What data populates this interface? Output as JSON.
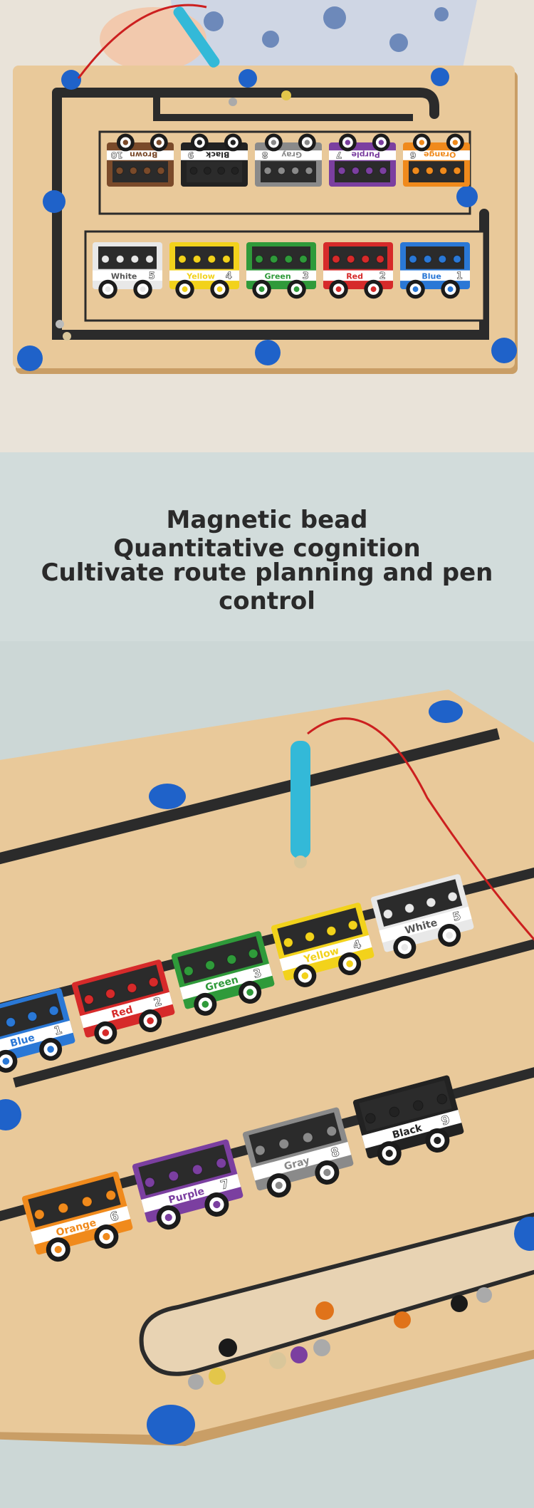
{
  "captions": {
    "line1_left": "Magnetic bead",
    "line1_right": "Quantitative cognition",
    "line2": "Cultivate route planning and pen control"
  },
  "top_photo": {
    "row1": [
      {
        "label": "Brown",
        "number": "10",
        "color": "#7a4a2a"
      },
      {
        "label": "Black",
        "number": "9",
        "color": "#222222"
      },
      {
        "label": "Gray",
        "number": "8",
        "color": "#8a8a8a"
      },
      {
        "label": "Purple",
        "number": "7",
        "color": "#7b3fa0"
      },
      {
        "label": "Orange",
        "number": "6",
        "color": "#f08a1c"
      }
    ],
    "row2": [
      {
        "label": "White",
        "number": "5",
        "color": "#e8e8e8"
      },
      {
        "label": "Yellow",
        "number": "4",
        "color": "#f2d21b"
      },
      {
        "label": "Green",
        "number": "3",
        "color": "#2f9a3a"
      },
      {
        "label": "Red",
        "number": "2",
        "color": "#d62a2a"
      },
      {
        "label": "Blue",
        "number": "1",
        "color": "#2a78d6"
      }
    ]
  },
  "bottom_photo": {
    "row1": [
      {
        "label": "Blue",
        "number": "1",
        "color": "#2a78d6"
      },
      {
        "label": "Red",
        "number": "2",
        "color": "#d62a2a"
      },
      {
        "label": "Green",
        "number": "3",
        "color": "#2f9a3a"
      },
      {
        "label": "Yellow",
        "number": "4",
        "color": "#f2d21b"
      },
      {
        "label": "White",
        "number": "5",
        "color": "#e8e8e8"
      }
    ],
    "row2": [
      {
        "label": "Orange",
        "number": "6",
        "color": "#f08a1c"
      },
      {
        "label": "Purple",
        "number": "7",
        "color": "#7b3fa0"
      },
      {
        "label": "Gray",
        "number": "8",
        "color": "#8a8a8a"
      },
      {
        "label": "Black",
        "number": "9",
        "color": "#222222"
      }
    ]
  },
  "colors": {
    "board": "#e9c99a",
    "board_edge": "#c99e66",
    "groove": "#2b2b2b",
    "magnet_pin": "#1f62c9",
    "pen": "#33b9d8",
    "string": "#cc1f1f"
  }
}
